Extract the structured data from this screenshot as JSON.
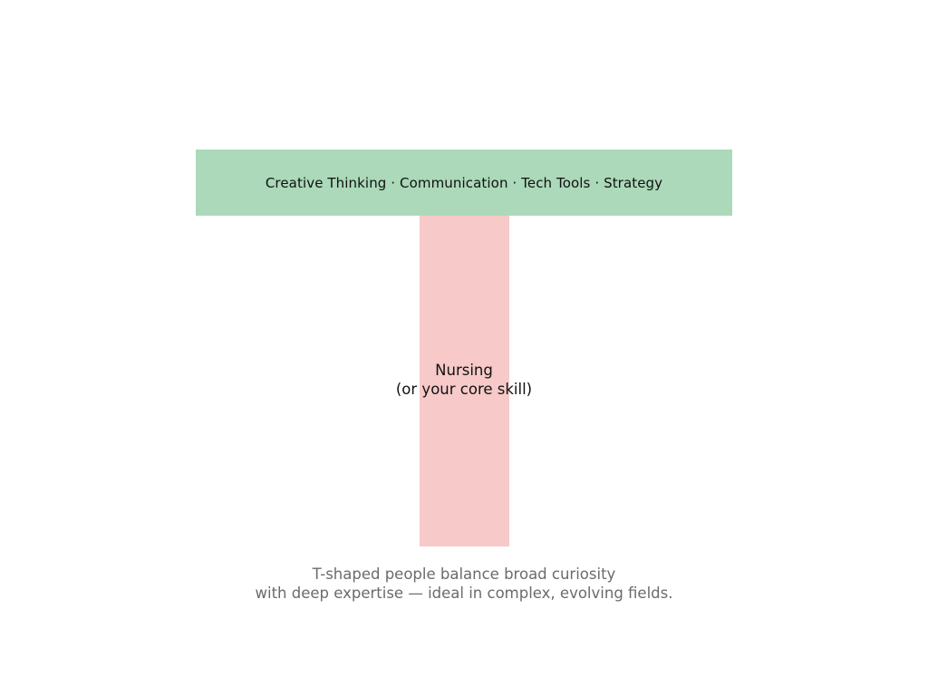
{
  "diagram": {
    "type": "t-shaped-skills",
    "horizontal_bar": {
      "label": "Creative Thinking · Communication · Tech Tools · Strategy",
      "items": [
        "Creative Thinking",
        "Communication",
        "Tech Tools",
        "Strategy"
      ],
      "color": "#abd9b9"
    },
    "vertical_stem": {
      "line1": "Nursing",
      "line2": "(or your core skill)",
      "color": "#f7c9c9"
    },
    "caption": {
      "line1": "T-shaped people balance broad curiosity",
      "line2": "with deep expertise — ideal in complex, evolving fields.",
      "color": "#6b6b6b"
    }
  }
}
